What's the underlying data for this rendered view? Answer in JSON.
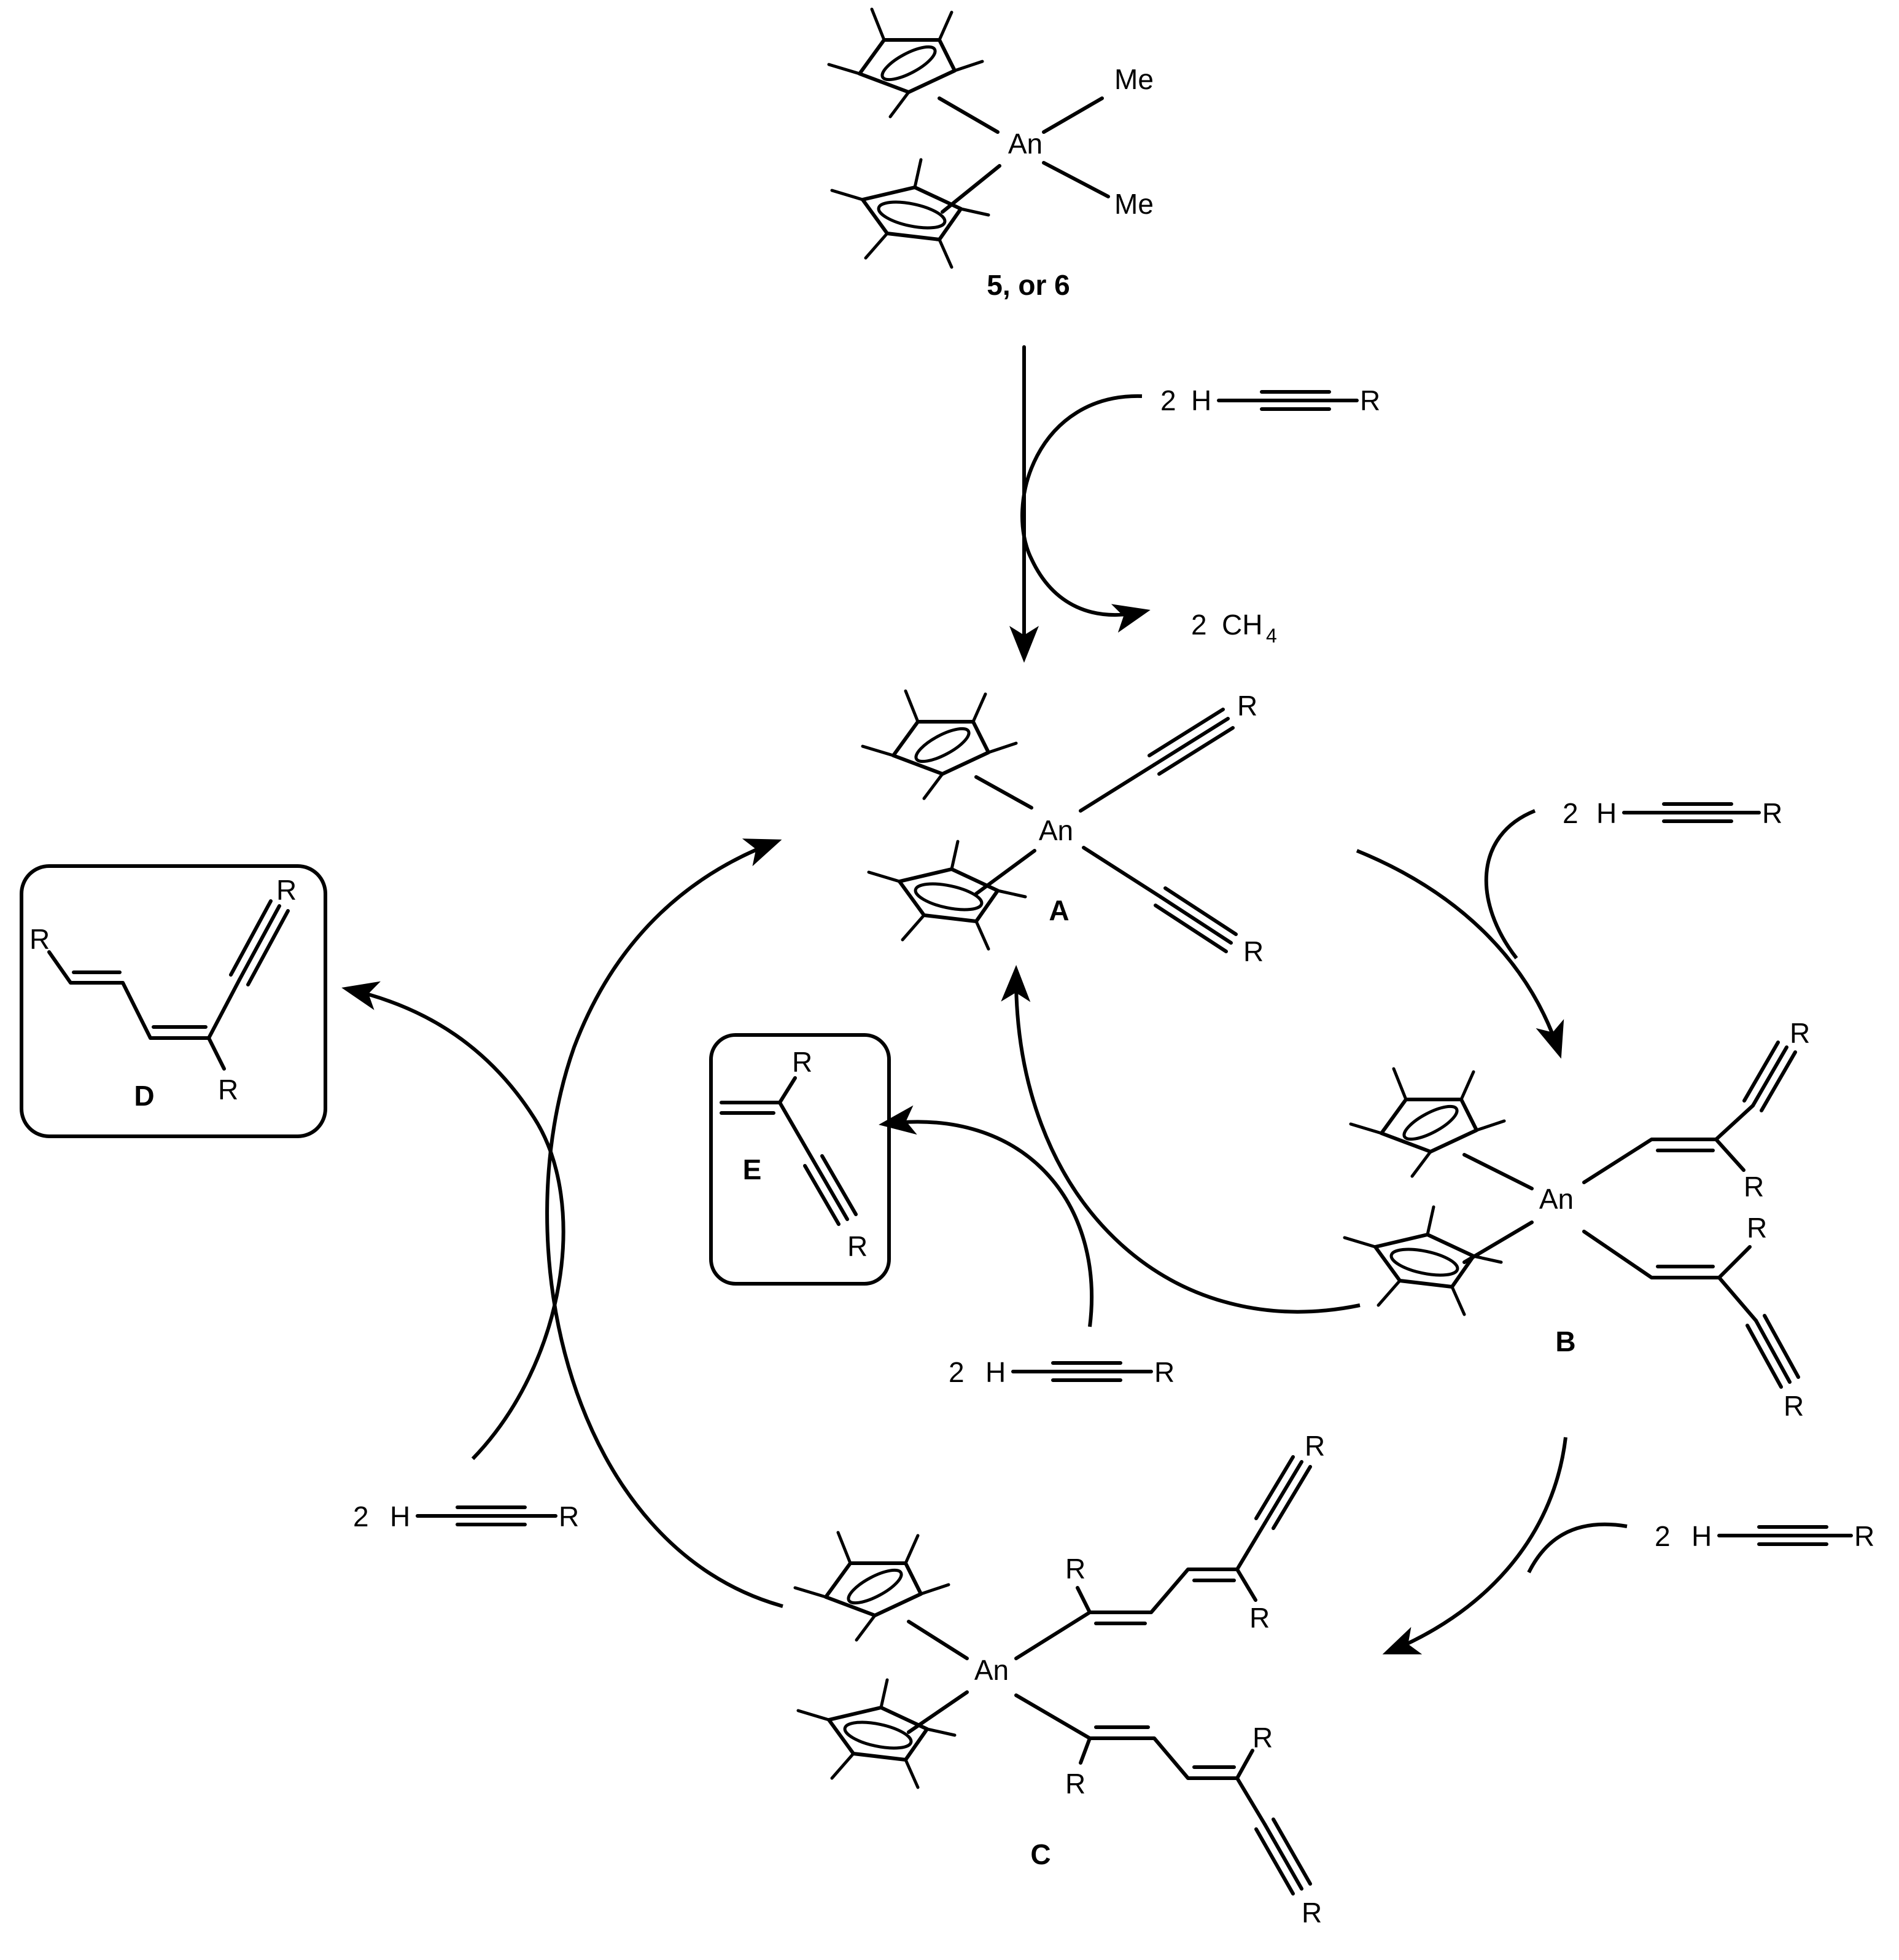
{
  "precursor": {
    "metal": "An",
    "ligand_top": "Me",
    "ligand_bottom": "Me",
    "label": "5, or 6"
  },
  "complex_A": {
    "metal": "An",
    "r_top": "R",
    "r_bottom": "R",
    "label": "A"
  },
  "complex_B": {
    "metal": "An",
    "r_top_end": "R",
    "r_top_vinyl": "R",
    "r_bottom_vinyl": "R",
    "r_bottom_end": "R",
    "label": "B"
  },
  "complex_C": {
    "metal": "An",
    "r_top_end": "R",
    "r_top_inner": "R",
    "r_top_outer": "R",
    "r_bottom_inner": "R",
    "r_bottom_outer": "R",
    "r_bottom_end": "R",
    "label": "C"
  },
  "product_D": {
    "r_left": "R",
    "r_alkyne": "R",
    "r_vinyl": "R",
    "label": "D"
  },
  "product_E": {
    "r_top": "R",
    "r_alkyne": "R",
    "label": "E"
  },
  "reagent": {
    "coefficient": "2",
    "h": "H",
    "r": "R"
  },
  "byproduct": {
    "coefficient": "2",
    "formula": "CH",
    "subscript": "4"
  }
}
